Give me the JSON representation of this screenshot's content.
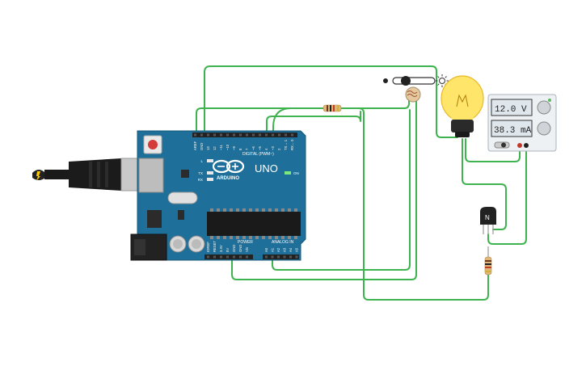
{
  "arduino": {
    "logo_text": "ARDUINO",
    "model": "UNO",
    "on_label": "ON",
    "led_l": "L",
    "led_tx": "TX",
    "led_rx": "RX",
    "digital_header": "DIGITAL (PWM~)",
    "digital_pins": [
      "AREF",
      "GND",
      "13",
      "12",
      "~11",
      "~10",
      "~9",
      "8",
      "7",
      "~6",
      "~5",
      "4",
      "~3",
      "2",
      "TX→ 1",
      "RX← 0"
    ],
    "power_header": "POWER",
    "power_pins": [
      "IOREF",
      "RESET",
      "3.3V",
      "5V",
      "GND",
      "GND",
      "Vin"
    ],
    "analog_header": "ANALOG IN",
    "analog_pins": [
      "A0",
      "A1",
      "A2",
      "A3",
      "A4",
      "A5"
    ]
  },
  "power_supply": {
    "voltage": "12.0 V",
    "current": "38.3 mA"
  },
  "transistor": {
    "label": "N"
  },
  "colors": {
    "board": "#1e6f99",
    "wire": "#3fb34f",
    "bulb": "#ffe66b",
    "display": "#dfe6ec"
  },
  "icons": [
    "usb-cable-icon",
    "light-sun-icon",
    "light-bulb-icon",
    "potentiometer-icon",
    "photoresistor-icon",
    "resistor-icon",
    "npn-transistor-icon"
  ]
}
